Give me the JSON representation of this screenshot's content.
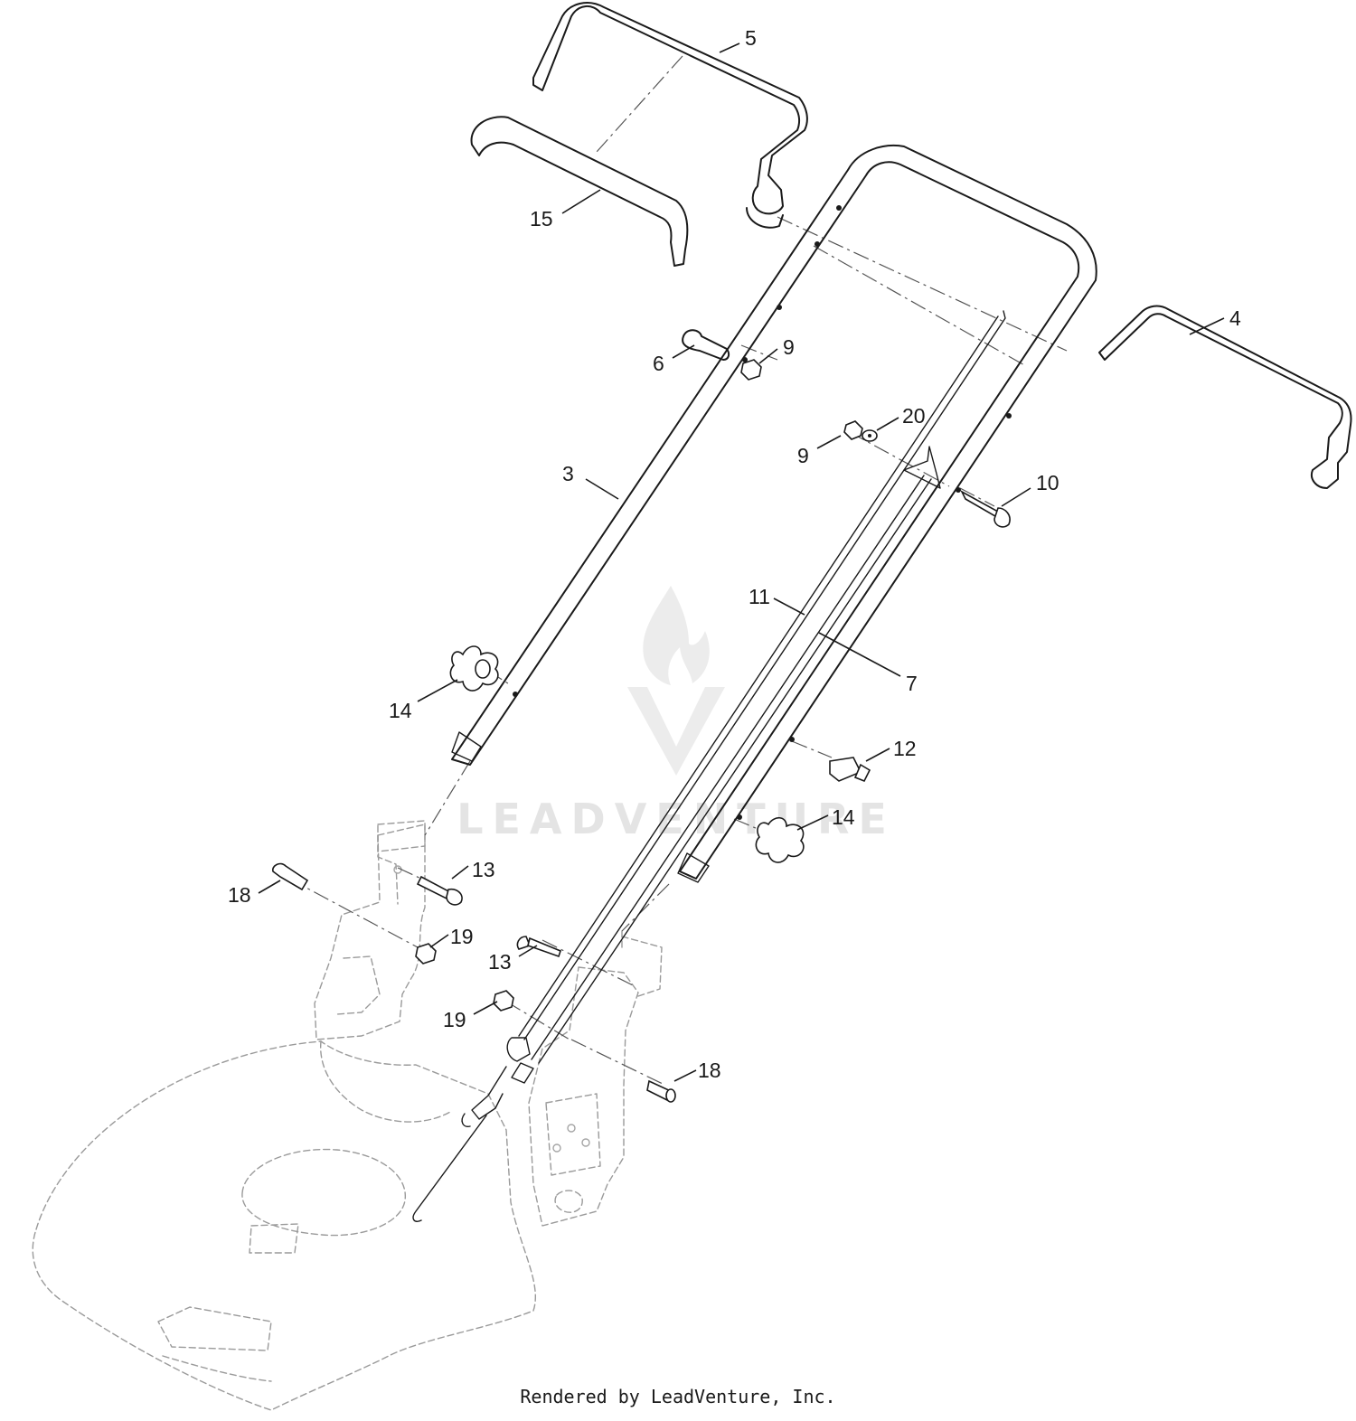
{
  "watermark": {
    "text": "LEADVENTURE"
  },
  "footer": {
    "text": "Rendered by LeadVenture, Inc."
  },
  "callouts": [
    {
      "id": "c5",
      "label": "5"
    },
    {
      "id": "c15",
      "label": "15"
    },
    {
      "id": "c4",
      "label": "4"
    },
    {
      "id": "c6",
      "label": "6"
    },
    {
      "id": "c9a",
      "label": "9"
    },
    {
      "id": "c20",
      "label": "20"
    },
    {
      "id": "c9b",
      "label": "9"
    },
    {
      "id": "c3",
      "label": "3"
    },
    {
      "id": "c10",
      "label": "10"
    },
    {
      "id": "c11",
      "label": "11"
    },
    {
      "id": "c7",
      "label": "7"
    },
    {
      "id": "c14a",
      "label": "14"
    },
    {
      "id": "c12",
      "label": "12"
    },
    {
      "id": "c14b",
      "label": "14"
    },
    {
      "id": "c13a",
      "label": "13"
    },
    {
      "id": "c18a",
      "label": "18"
    },
    {
      "id": "c19a",
      "label": "19"
    },
    {
      "id": "c13b",
      "label": "13"
    },
    {
      "id": "c19b",
      "label": "19"
    },
    {
      "id": "c18b",
      "label": "18"
    }
  ]
}
